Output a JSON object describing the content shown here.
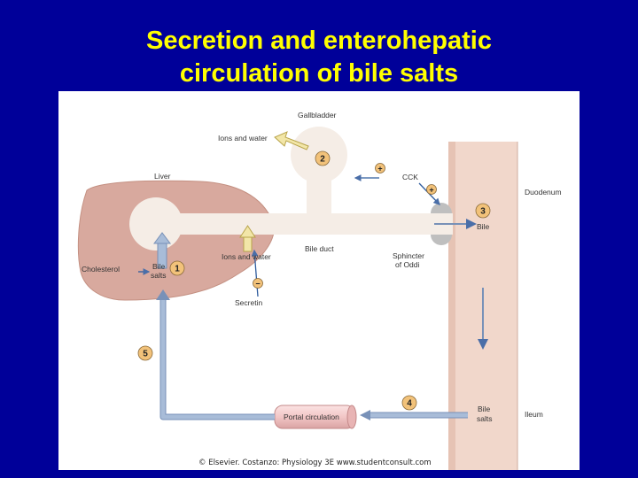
{
  "title": {
    "line1": "Secretion and enterohepatic",
    "line2": "circulation of bile salts"
  },
  "labels": {
    "gallbladder": "Gallbladder",
    "ions_water_top": "Ions and water",
    "liver": "Liver",
    "cck": "CCK",
    "duodenum": "Duodenum",
    "bile": "Bile",
    "cholesterol": "Cholesterol",
    "bile_salts_liver_1": "Bile",
    "bile_salts_liver_2": "salts",
    "ions_water_mid": "Ions and water",
    "bile_duct": "Bile duct",
    "sphincter_1": "Sphincter",
    "sphincter_2": "of Oddi",
    "secretin": "Secretin",
    "portal_circulation": "Portal circulation",
    "bile_salts_ileum_1": "Bile",
    "bile_salts_ileum_2": "salts",
    "ileum": "Ileum"
  },
  "steps": [
    "1",
    "2",
    "3",
    "4",
    "5"
  ],
  "signs": {
    "plus": "+",
    "minus": "−"
  },
  "credit": "© Elsevier. Costanzo: Physiology 3E www.studentconsult.com",
  "colors": {
    "background": "#000099",
    "title": "#ffff00",
    "liver": "#d8a99e",
    "intestine": "#f1d7cb",
    "duct": "#f5ede6",
    "arrow": "#a8bcd8",
    "step_marker": "#f2c27a",
    "portal_vessel": "#f2c6c6"
  }
}
